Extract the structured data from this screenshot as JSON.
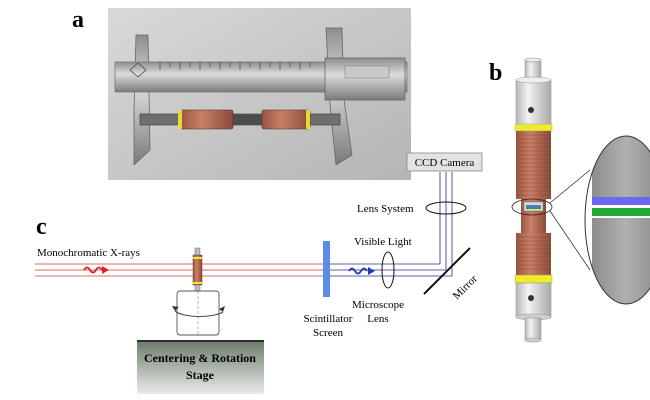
{
  "panels": {
    "a": {
      "label": "a"
    },
    "b": {
      "label": "b"
    },
    "c": {
      "label": "c"
    }
  },
  "labels": {
    "ccd_camera": "CCD Camera",
    "lens_system": "Lens System",
    "visible_light": "Visible Light",
    "monochromatic_xrays": "Monochromatic X-rays",
    "mirror": "Mirror",
    "microscope_lens_line1": "Microscope",
    "microscope_lens_line2": "Lens",
    "scintillator_line1": "Scintillator",
    "scintillator_line2": "Screen",
    "stage_line1": "Centering & Rotation",
    "stage_line2": "Stage"
  },
  "colors": {
    "xray_beam": "#e06a6a",
    "xray_wave": "#d8232a",
    "visible_wave": "#1f3fb8",
    "scintillator": "#5a8de8",
    "copper": "#b66a52",
    "yellow_band": "#ecec2a",
    "blue_layer": "#6a6af0",
    "green_layer": "#22aa33"
  }
}
